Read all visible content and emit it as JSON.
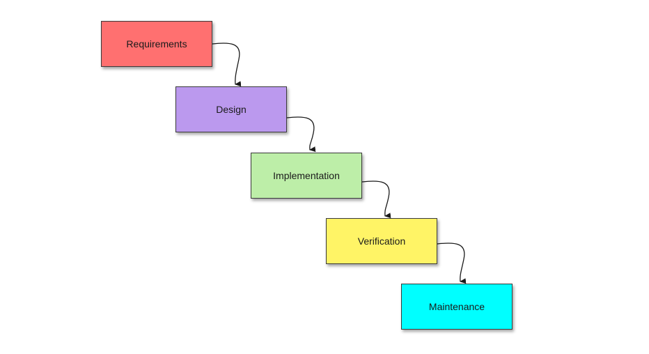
{
  "diagram": {
    "stages": [
      {
        "label": "Requirements",
        "color": "#ff7070"
      },
      {
        "label": "Design",
        "color": "#bb99ee"
      },
      {
        "label": "Implementation",
        "color": "#bdeea8"
      },
      {
        "label": "Verification",
        "color": "#fff466"
      },
      {
        "label": "Maintenance",
        "color": "#00ffff"
      }
    ],
    "connector_color": "#1a1a1a"
  }
}
